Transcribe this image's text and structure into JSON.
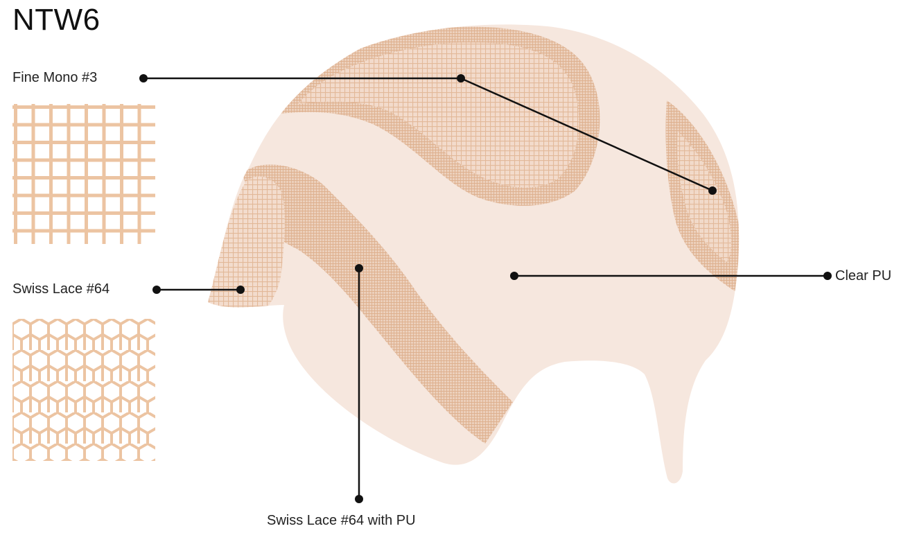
{
  "title": "NTW6",
  "labels": {
    "fine_mono": "Fine Mono #3",
    "swiss_lace": "Swiss Lace #64",
    "clear_pu": "Clear PU",
    "swiss_lace_pu": "Swiss Lace #64 with PU"
  },
  "colors": {
    "base": "#f6e7de",
    "lace": "#e8c5a8",
    "swatch_line": "#ecc4a2",
    "leader": "#111111"
  }
}
